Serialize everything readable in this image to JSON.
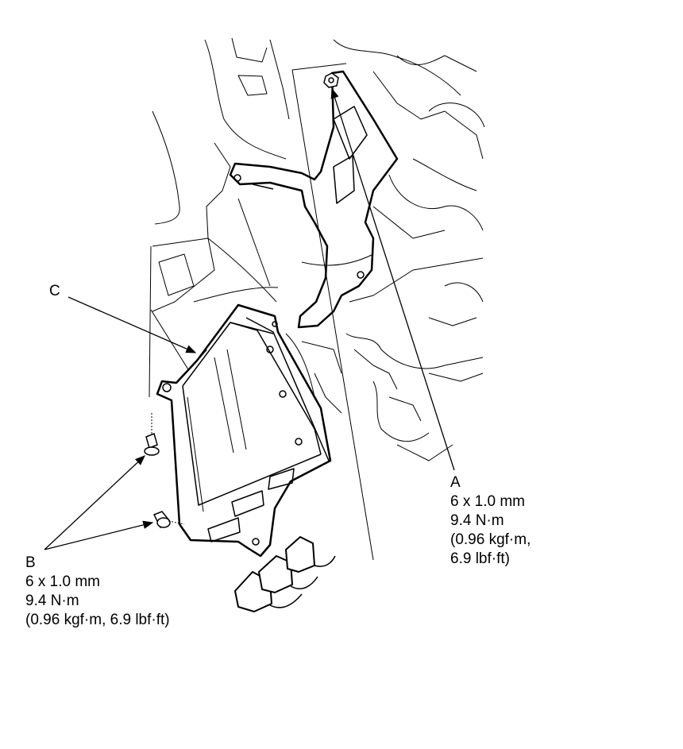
{
  "callouts": {
    "a": {
      "letter": "A",
      "size": "6 x 1.0 mm",
      "torque": "9.4 N·m",
      "torque_alt": "(0.96 kgf·m,",
      "torque_alt2": "6.9 lbf·ft)"
    },
    "b": {
      "letter": "B",
      "size": "6 x 1.0 mm",
      "torque": "9.4 N·m",
      "torque_alt": "(0.96 kgf·m, 6.9 lbf·ft)"
    },
    "c": {
      "letter": "C"
    }
  },
  "colors": {
    "ink": "#000000",
    "paper": "#ffffff"
  }
}
